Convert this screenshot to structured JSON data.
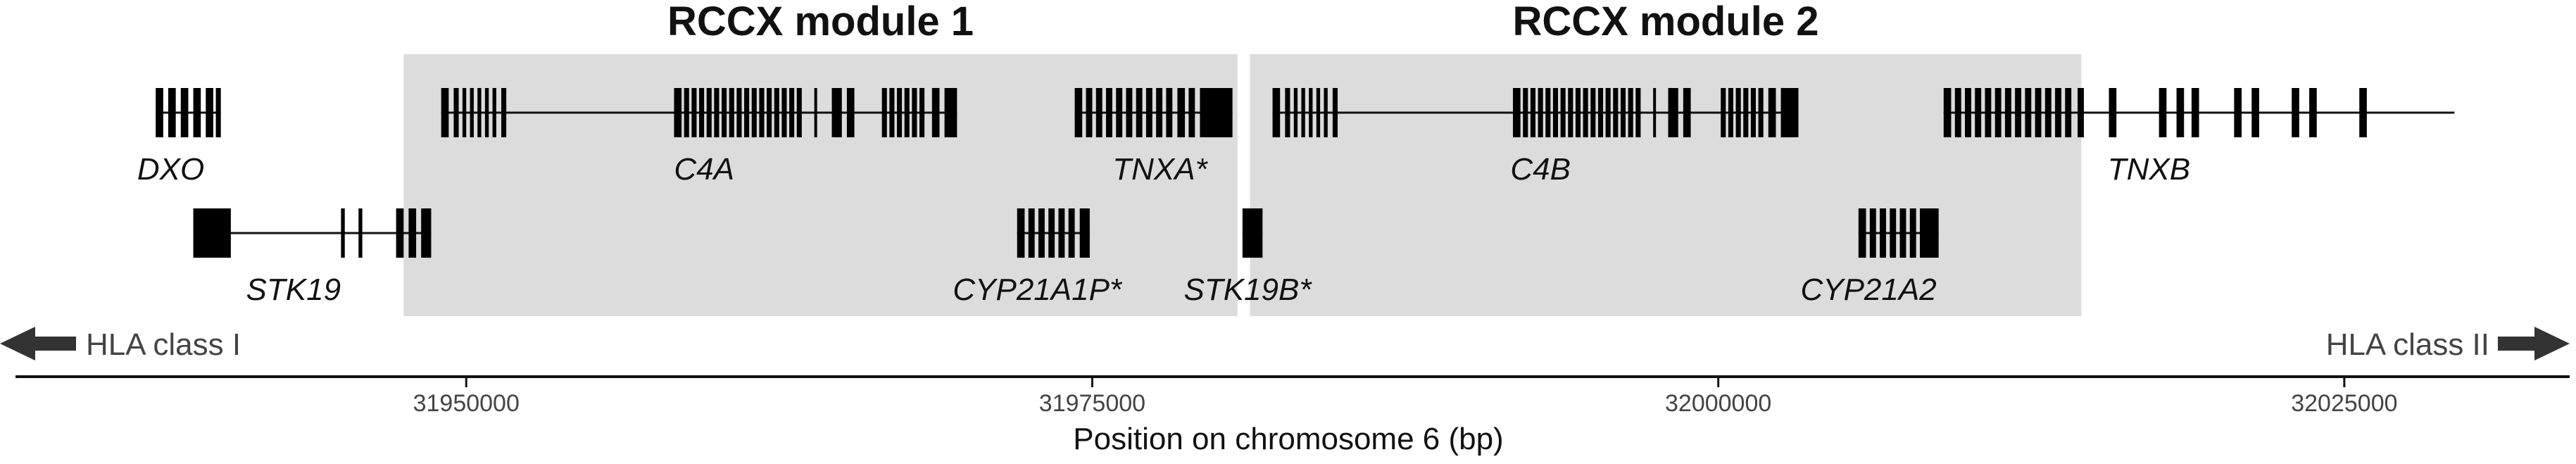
{
  "modules": [
    {
      "title": "RCCX module 1",
      "start": 31947500,
      "end": 31980800
    },
    {
      "title": "RCCX module 2",
      "start": 31981300,
      "end": 32014500
    }
  ],
  "genes": [
    {
      "name": "DXO",
      "row": 1,
      "start": 31937600,
      "end": 31940200,
      "exons": [
        [
          31937600,
          31937900
        ],
        [
          31938100,
          31938400
        ],
        [
          31938600,
          31938900
        ],
        [
          31939100,
          31939400
        ],
        [
          31939600,
          31939900
        ],
        [
          31940000,
          31940200
        ]
      ],
      "label_at": 31938200
    },
    {
      "name": "C4A",
      "row": 1,
      "start": 31949000,
      "end": 31969600,
      "exons": [
        [
          31949000,
          31949300
        ],
        [
          31949500,
          31949700
        ],
        [
          31949850,
          31950000
        ],
        [
          31950150,
          31950300
        ],
        [
          31950450,
          31950600
        ],
        [
          31950750,
          31950900
        ],
        [
          31951050,
          31951200
        ],
        [
          31951400,
          31951600
        ],
        [
          31958300,
          31958600
        ],
        [
          31958700,
          31958900
        ],
        [
          31959000,
          31959200
        ],
        [
          31959300,
          31959500
        ],
        [
          31959600,
          31959800
        ],
        [
          31959900,
          31960100
        ],
        [
          31960200,
          31960400
        ],
        [
          31960500,
          31960700
        ],
        [
          31960800,
          31961000
        ],
        [
          31961100,
          31961300
        ],
        [
          31961400,
          31961600
        ],
        [
          31961700,
          31961900
        ],
        [
          31962000,
          31962200
        ],
        [
          31962300,
          31962500
        ],
        [
          31962600,
          31962800
        ],
        [
          31962900,
          31963100
        ],
        [
          31963200,
          31963400
        ],
        [
          31963900,
          31964000
        ],
        [
          31964600,
          31965000
        ],
        [
          31965200,
          31965500
        ],
        [
          31966600,
          31966800
        ],
        [
          31966900,
          31967100
        ],
        [
          31967200,
          31967400
        ],
        [
          31967500,
          31967700
        ],
        [
          31967800,
          31968000
        ],
        [
          31968100,
          31968300
        ],
        [
          31968600,
          31968900
        ],
        [
          31969100,
          31969600
        ]
      ],
      "label_at": 31959500
    },
    {
      "name": "TNXA*",
      "row": 1,
      "start": 31974300,
      "end": 31980600,
      "exons": [
        [
          31974300,
          31974600
        ],
        [
          31974750,
          31975000
        ],
        [
          31975150,
          31975400
        ],
        [
          31975550,
          31975800
        ],
        [
          31975950,
          31976200
        ],
        [
          31976350,
          31976600
        ],
        [
          31976750,
          31977000
        ],
        [
          31977150,
          31977400
        ],
        [
          31977550,
          31977800
        ],
        [
          31977950,
          31978200
        ],
        [
          31978400,
          31978700
        ],
        [
          31978850,
          31979100
        ],
        [
          31979300,
          31980600
        ]
      ],
      "label_at": 31977700
    },
    {
      "name": "C4B",
      "row": 1,
      "start": 31982200,
      "end": 32003200,
      "exons": [
        [
          31982200,
          31982500
        ],
        [
          31982700,
          31982900
        ],
        [
          31983050,
          31983200
        ],
        [
          31983350,
          31983500
        ],
        [
          31983650,
          31983800
        ],
        [
          31983950,
          31984100
        ],
        [
          31984250,
          31984400
        ],
        [
          31984600,
          31984800
        ],
        [
          31991800,
          31992100
        ],
        [
          31992200,
          31992400
        ],
        [
          31992500,
          31992700
        ],
        [
          31992800,
          31993000
        ],
        [
          31993100,
          31993300
        ],
        [
          31993400,
          31993600
        ],
        [
          31993700,
          31993900
        ],
        [
          31994000,
          31994200
        ],
        [
          31994300,
          31994500
        ],
        [
          31994600,
          31994800
        ],
        [
          31994900,
          31995100
        ],
        [
          31995200,
          31995400
        ],
        [
          31995500,
          31995700
        ],
        [
          31995800,
          31996000
        ],
        [
          31996100,
          31996300
        ],
        [
          31996400,
          31996600
        ],
        [
          31996700,
          31996900
        ],
        [
          31997400,
          31997500
        ],
        [
          31998000,
          31998400
        ],
        [
          31998600,
          31998900
        ],
        [
          32000100,
          32000300
        ],
        [
          32000400,
          32000600
        ],
        [
          32000700,
          32000900
        ],
        [
          32001000,
          32001200
        ],
        [
          32001300,
          32001500
        ],
        [
          32001600,
          32001800
        ],
        [
          32002000,
          32002300
        ],
        [
          32002500,
          32003200
        ]
      ],
      "label_at": 31992900
    },
    {
      "name": "TNXB",
      "row": 1,
      "start": 32009000,
      "end": 32029400,
      "exons": [
        [
          32009000,
          32009300
        ],
        [
          32009450,
          32009700
        ],
        [
          32009850,
          32010100
        ],
        [
          32010250,
          32010500
        ],
        [
          32010650,
          32010900
        ],
        [
          32011050,
          32011300
        ],
        [
          32011450,
          32011700
        ],
        [
          32011850,
          32012100
        ],
        [
          32012250,
          32012500
        ],
        [
          32012650,
          32012900
        ],
        [
          32013050,
          32013300
        ],
        [
          32013450,
          32013700
        ],
        [
          32013850,
          32014100
        ],
        [
          32014350,
          32014600
        ],
        [
          32015600,
          32015900
        ],
        [
          32017600,
          32017900
        ],
        [
          32018300,
          32018600
        ],
        [
          32018900,
          32019200
        ],
        [
          32020600,
          32020900
        ],
        [
          32021300,
          32021600
        ],
        [
          32022900,
          32023200
        ],
        [
          32023600,
          32023900
        ],
        [
          32025600,
          32025900
        ]
      ],
      "label_at": 32017200
    },
    {
      "name": "STK19",
      "row": 2,
      "start": 31939100,
      "end": 31948600,
      "exons": [
        [
          31939100,
          31940600
        ],
        [
          31945000,
          31945150
        ],
        [
          31945700,
          31945850
        ],
        [
          31947200,
          31947500
        ],
        [
          31947700,
          31948000
        ],
        [
          31948200,
          31948600
        ]
      ],
      "label_at": 31943100
    },
    {
      "name": "CYP21A1P*",
      "row": 2,
      "start": 31972000,
      "end": 31974900,
      "exons": [
        [
          31972000,
          31972300
        ],
        [
          31972450,
          31972700
        ],
        [
          31972850,
          31973100
        ],
        [
          31973250,
          31973500
        ],
        [
          31973650,
          31973900
        ],
        [
          31974050,
          31974300
        ],
        [
          31974500,
          31974900
        ]
      ],
      "label_at": 31972800
    },
    {
      "name": "STK19B*",
      "row": 2,
      "start": 31981000,
      "end": 31981800,
      "exons": [
        [
          31981000,
          31981800
        ]
      ],
      "label_at": 31981200
    },
    {
      "name": "CYP21A2",
      "row": 2,
      "start": 32005600,
      "end": 32008800,
      "exons": [
        [
          32005600,
          32005900
        ],
        [
          32006050,
          32006300
        ],
        [
          32006450,
          32006700
        ],
        [
          32006850,
          32007100
        ],
        [
          32007250,
          32007500
        ],
        [
          32007650,
          32007900
        ],
        [
          32008050,
          32008800
        ]
      ],
      "label_at": 32006000
    }
  ],
  "hla": {
    "left": "HLA class I",
    "right": "HLA class II"
  },
  "axis": {
    "title": "Position on chromosome 6 (bp)",
    "range": [
      31932000,
      32034000
    ],
    "ticks": [
      31950000,
      31975000,
      32000000,
      32025000
    ],
    "tick_labels": [
      "31950000",
      "31975000",
      "32000000",
      "32025000"
    ]
  }
}
